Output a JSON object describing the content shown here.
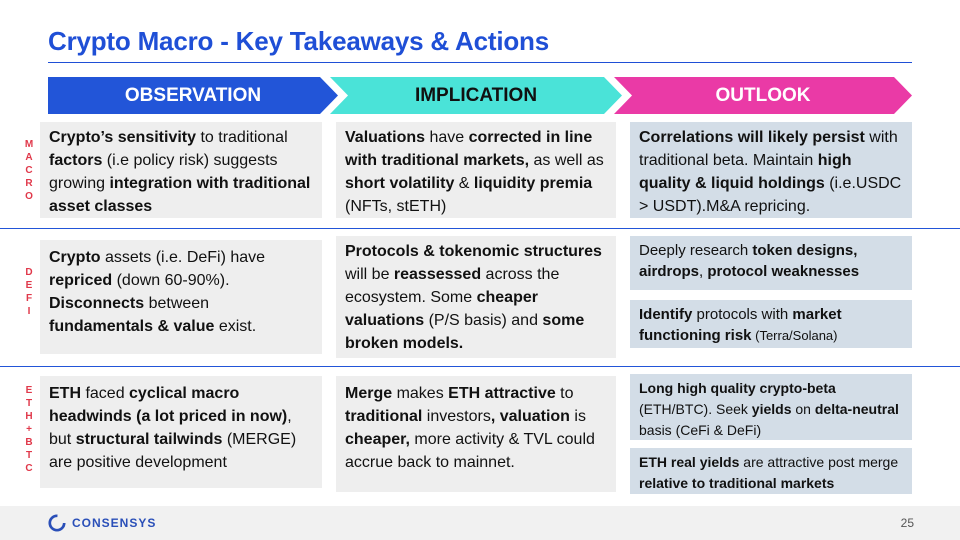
{
  "title": "Crypto Macro - Key Takeaways & Actions",
  "headers": {
    "observation": "OBSERVATION",
    "implication": "IMPLICATION",
    "outlook": "OUTLOOK"
  },
  "rows": {
    "macro": {
      "label": [
        "M",
        "A",
        "C",
        "R",
        "O"
      ],
      "observation": [
        {
          "t": "Crypto’s sensitivity",
          "b": true
        },
        {
          "t": " to traditional ",
          "b": false
        },
        {
          "t": "factors",
          "b": true
        },
        {
          "t": " (i.e policy risk) suggests growing ",
          "b": false
        },
        {
          "t": "integration with traditional asset classes",
          "b": true
        }
      ],
      "implication": [
        {
          "t": "Valuations",
          "b": true
        },
        {
          "t": " have ",
          "b": false
        },
        {
          "t": "corrected in line with traditional markets,",
          "b": true
        },
        {
          "t": " as well as ",
          "b": false
        },
        {
          "t": "short volatility",
          "b": true
        },
        {
          "t": " & ",
          "b": false
        },
        {
          "t": "liquidity premia",
          "b": true
        },
        {
          "t": " (NFTs, stETH)",
          "b": false
        }
      ],
      "outlook": [
        {
          "t": "Correlations will likely persist",
          "b": true
        },
        {
          "t": " with traditional beta. Maintain ",
          "b": false
        },
        {
          "t": "high quality & liquid holdings",
          "b": true
        },
        {
          "t": " (i.e.USDC > USDT).M&A repricing.",
          "b": false
        }
      ]
    },
    "defi": {
      "label": [
        "D",
        "E",
        "F",
        "I"
      ],
      "observation": [
        {
          "t": "Crypto",
          "b": true
        },
        {
          "t": " assets (i.e. DeFi) have ",
          "b": false
        },
        {
          "t": "repriced",
          "b": true
        },
        {
          "t": " (down 60-90%). ",
          "b": false
        },
        {
          "t": "Disconnects",
          "b": true
        },
        {
          "t": " between ",
          "b": false
        },
        {
          "t": "fundamentals & value",
          "b": true
        },
        {
          "t": " exist.",
          "b": false
        }
      ],
      "implication": [
        {
          "t": "Protocols & tokenomic structures",
          "b": true
        },
        {
          "t": " will be ",
          "b": false
        },
        {
          "t": "reassessed",
          "b": true
        },
        {
          "t": " across the ecosystem. Some ",
          "b": false
        },
        {
          "t": "cheaper valuations",
          "b": true
        },
        {
          "t": " (P/S basis) and ",
          "b": false
        },
        {
          "t": "some broken models.",
          "b": true
        }
      ],
      "outlook_1": [
        {
          "t": "Deeply research ",
          "b": false
        },
        {
          "t": "token designs, airdrops",
          "b": true
        },
        {
          "t": ", ",
          "b": false
        },
        {
          "t": "protocol weaknesses",
          "b": true
        }
      ],
      "outlook_2": [
        {
          "t": "Identify",
          "b": true
        },
        {
          "t": " protocols with ",
          "b": false
        },
        {
          "t": "market functioning risk",
          "b": true
        },
        {
          "t": " (Terra/Solana)",
          "b": false,
          "small": true
        }
      ]
    },
    "eth": {
      "label": [
        "E",
        "T",
        "H",
        "+",
        "B",
        "T",
        "C"
      ],
      "observation": [
        {
          "t": "ETH",
          "b": true
        },
        {
          "t": " faced ",
          "b": false
        },
        {
          "t": "cyclical macro headwinds (a lot priced in now)",
          "b": true
        },
        {
          "t": ", but ",
          "b": false
        },
        {
          "t": "structural tailwinds",
          "b": true
        },
        {
          "t": " (MERGE) are positive development",
          "b": false
        }
      ],
      "implication": [
        {
          "t": "Merge",
          "b": true
        },
        {
          "t": " makes ",
          "b": false
        },
        {
          "t": "ETH attractive",
          "b": true
        },
        {
          "t": " to ",
          "b": false
        },
        {
          "t": "traditional",
          "b": true
        },
        {
          "t": " investors",
          "b": false
        },
        {
          "t": ", valuation",
          "b": true
        },
        {
          "t": " is ",
          "b": false
        },
        {
          "t": "cheaper,",
          "b": true
        },
        {
          "t": " more activity & TVL could accrue back to mainnet.",
          "b": false
        }
      ],
      "outlook_1": [
        {
          "t": "Long high quality crypto-beta",
          "b": true
        },
        {
          "t": " (ETH/BTC). Seek ",
          "b": false
        },
        {
          "t": "yields",
          "b": true
        },
        {
          "t": " on ",
          "b": false
        },
        {
          "t": "delta-neutral",
          "b": true
        },
        {
          "t": " basis (CeFi & DeFi)",
          "b": false
        }
      ],
      "outlook_2": [
        {
          "t": "ETH real yields",
          "b": true
        },
        {
          "t": " are attractive post merge ",
          "b": false
        },
        {
          "t": "relative to traditional markets",
          "b": true
        }
      ]
    }
  },
  "footer": {
    "logo_text": "CONSENSYS",
    "page_number": "25"
  },
  "colors": {
    "brand_blue": "#1f4fd6",
    "observation": "#2255d8",
    "implication": "#4ae3d8",
    "outlook": "#ea3aa6",
    "row_label": "#e0384a"
  }
}
